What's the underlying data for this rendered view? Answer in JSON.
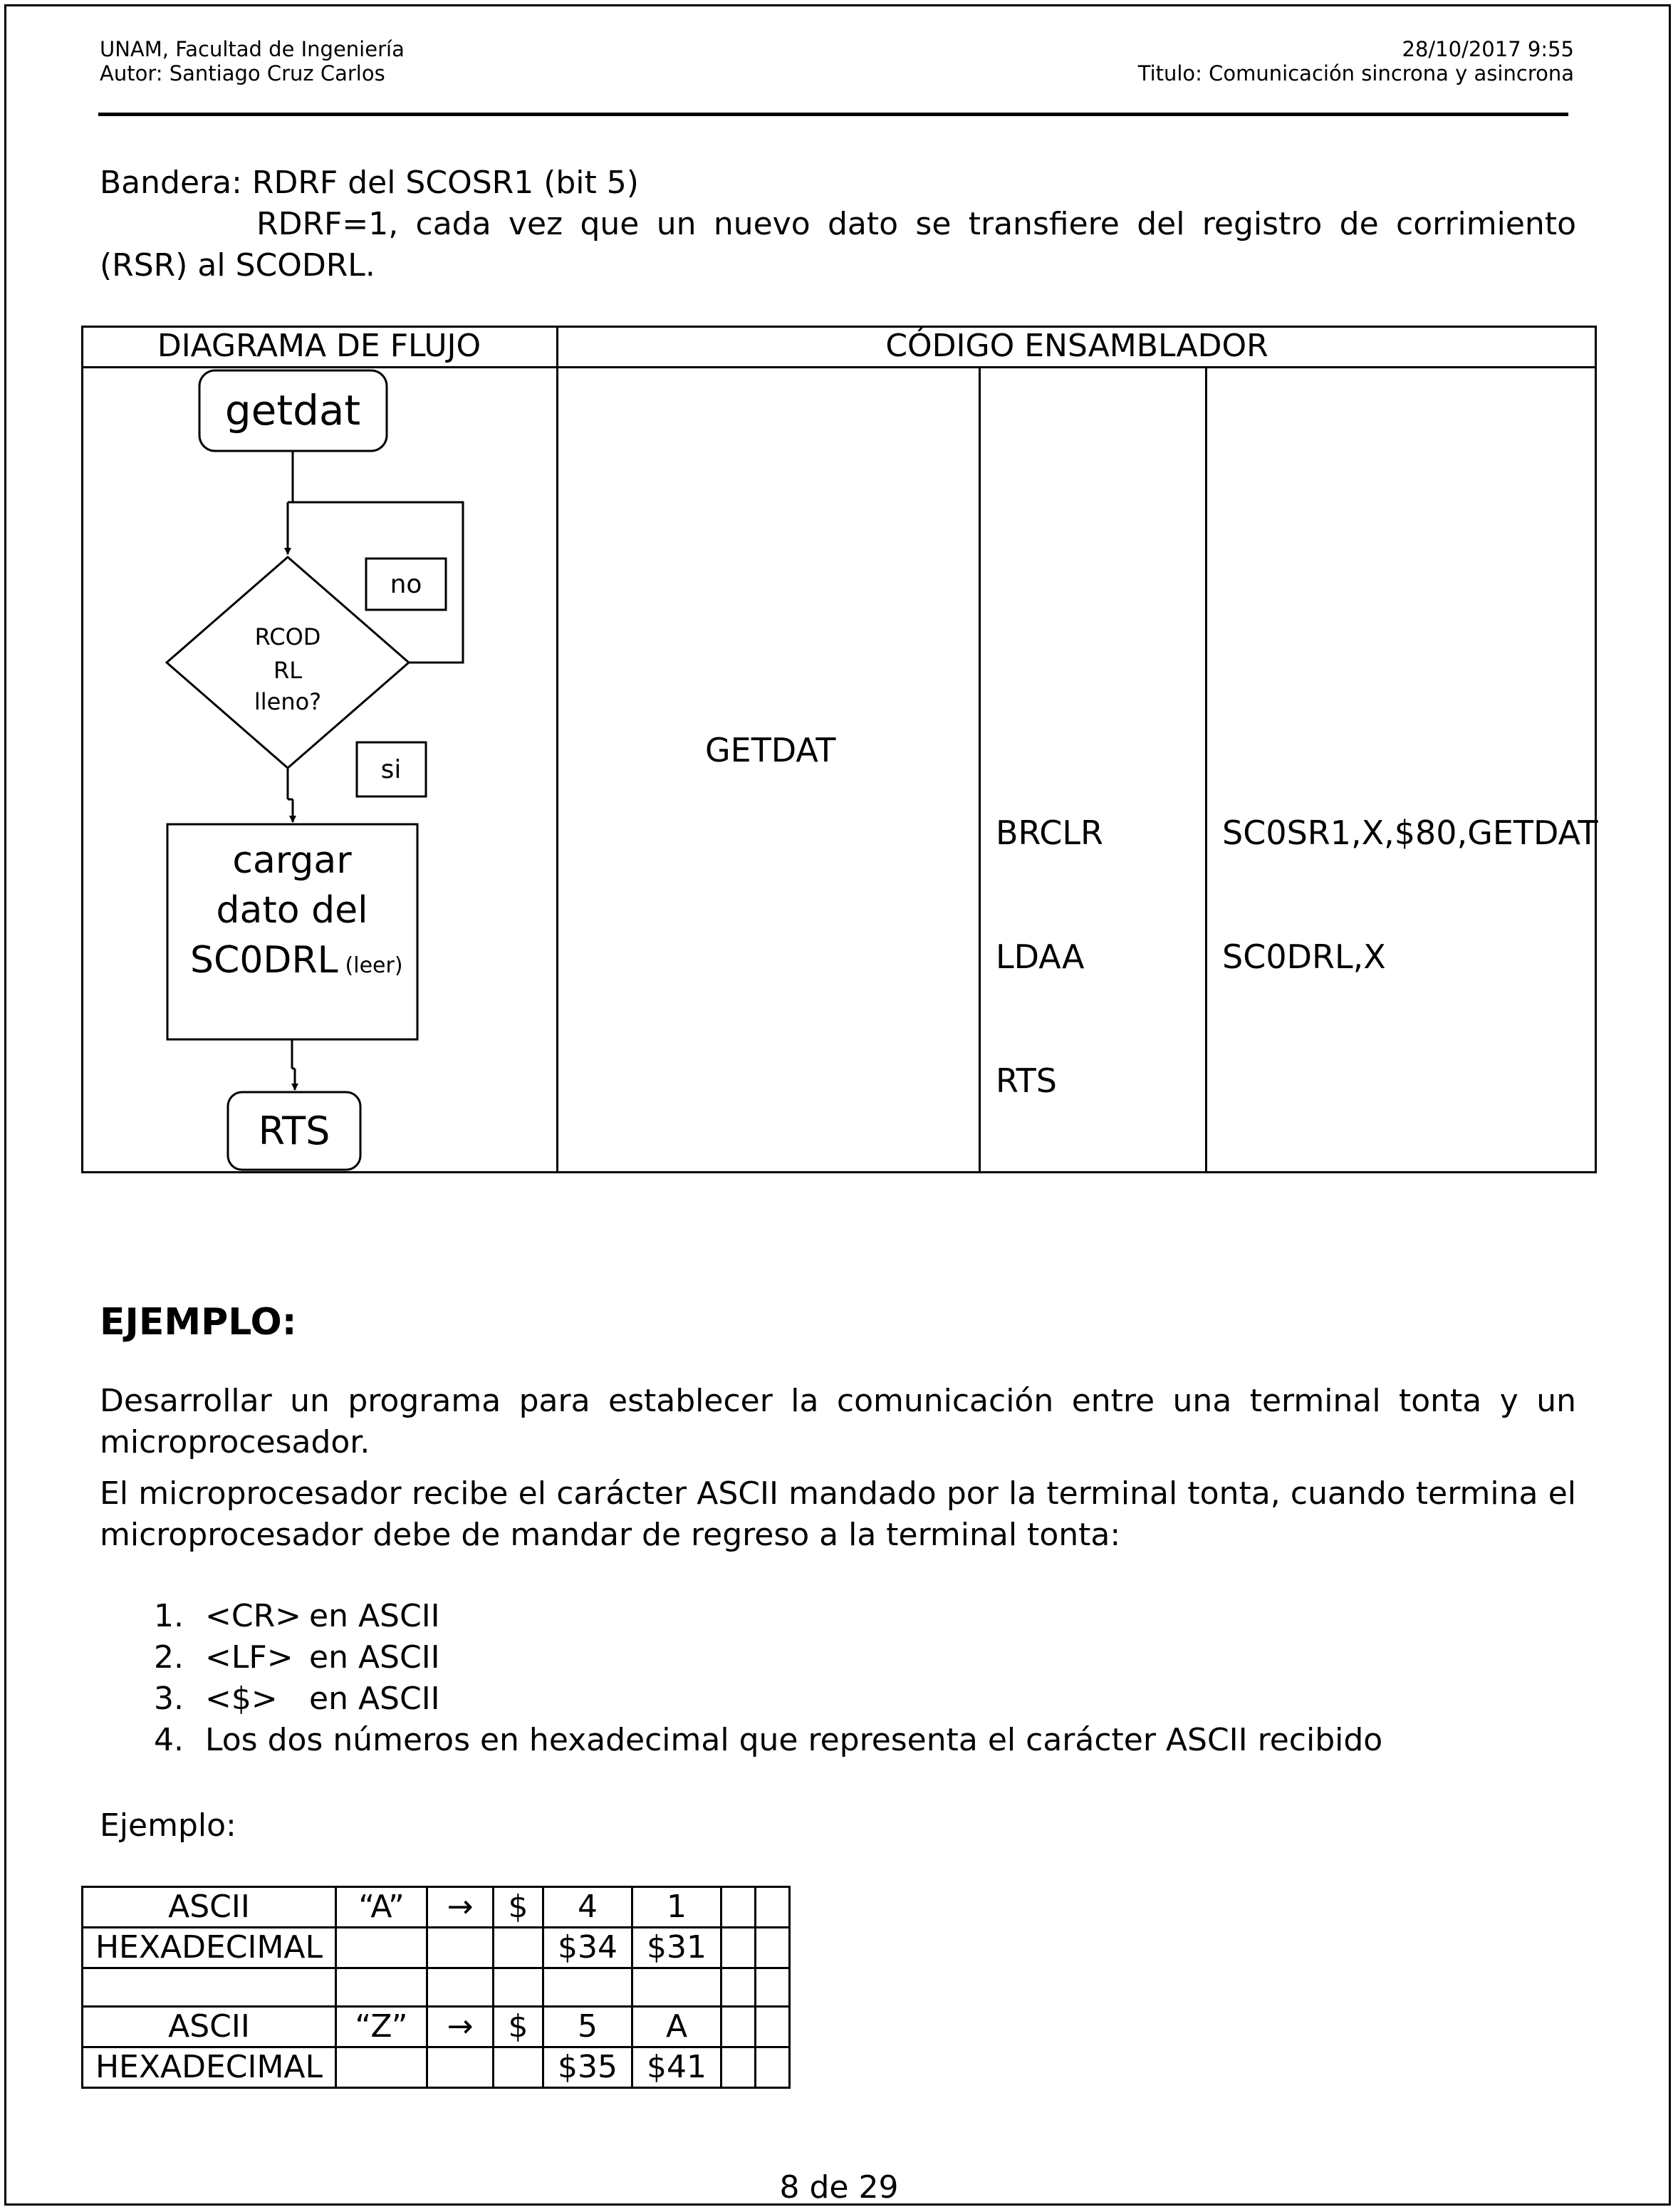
{
  "header": {
    "institution": "UNAM, Facultad de Ingeniería",
    "author": "Autor: Santiago Cruz Carlos",
    "datetime": "28/10/2017 9:55",
    "title": "Titulo: Comunicación sincrona y asincrona"
  },
  "flag": {
    "line1": "Bandera: RDRF del SCOSR1 (bit 5)",
    "line2": "RDRF=1, cada vez que un nuevo dato se transfiere del registro de corrimiento",
    "line3": "(RSR) al SCODRL."
  },
  "main_table": {
    "col1_header": "DIAGRAMA DE FLUJO",
    "col2_header": "CÓDIGO ENSAMBLADOR",
    "flowchart": {
      "start": "getdat",
      "decision_line1": "RCOD",
      "decision_line2": "RL",
      "decision_line3": "lleno?",
      "no_label": "no",
      "yes_label": "si",
      "process_line1": "cargar",
      "process_line2": "dato del",
      "process_line3": "SC0DRL",
      "process_note": "(leer)",
      "end": "RTS"
    },
    "code": {
      "label": "GETDAT",
      "mnemonics": [
        "BRCLR",
        "LDAA",
        "RTS"
      ],
      "operands": [
        "SC0SR1,X,$80,GETDAT",
        "SC0DRL,X"
      ]
    }
  },
  "example": {
    "heading": "EJEMPLO:",
    "p1": "Desarrollar un programa para establecer la comunicación entre una terminal tonta y un microprocesador.",
    "p2": "El microprocesador recibe el carácter ASCII mandado por la terminal tonta, cuando termina el microprocesador debe de mandar de regreso a la terminal tonta:",
    "list": [
      {
        "num": "1.",
        "label": "<CR>",
        "text": "en ASCII"
      },
      {
        "num": "2.",
        "label": "<LF>",
        "text": "en ASCII"
      },
      {
        "num": "3.",
        "label": "<$>",
        "text": "en ASCII"
      },
      {
        "num": "4.",
        "label": "",
        "text": "Los dos números en hexadecimal que representa el carácter ASCII recibido"
      }
    ],
    "subheading": "Ejemplo:",
    "table_rows": [
      [
        "ASCII",
        "“A”",
        "→",
        "$",
        "4",
        "1",
        "",
        ""
      ],
      [
        "HEXADECIMAL",
        "",
        "",
        "",
        "$34",
        "$31",
        "",
        ""
      ],
      [
        "",
        "",
        "",
        "",
        "",
        "",
        "",
        ""
      ],
      [
        "ASCII",
        "“Z”",
        "→",
        "$",
        "5",
        "A",
        "",
        ""
      ],
      [
        "HEXADECIMAL",
        "",
        "",
        "",
        "$35",
        "$41",
        "",
        ""
      ]
    ]
  },
  "footer": {
    "page": "8 de 29"
  }
}
